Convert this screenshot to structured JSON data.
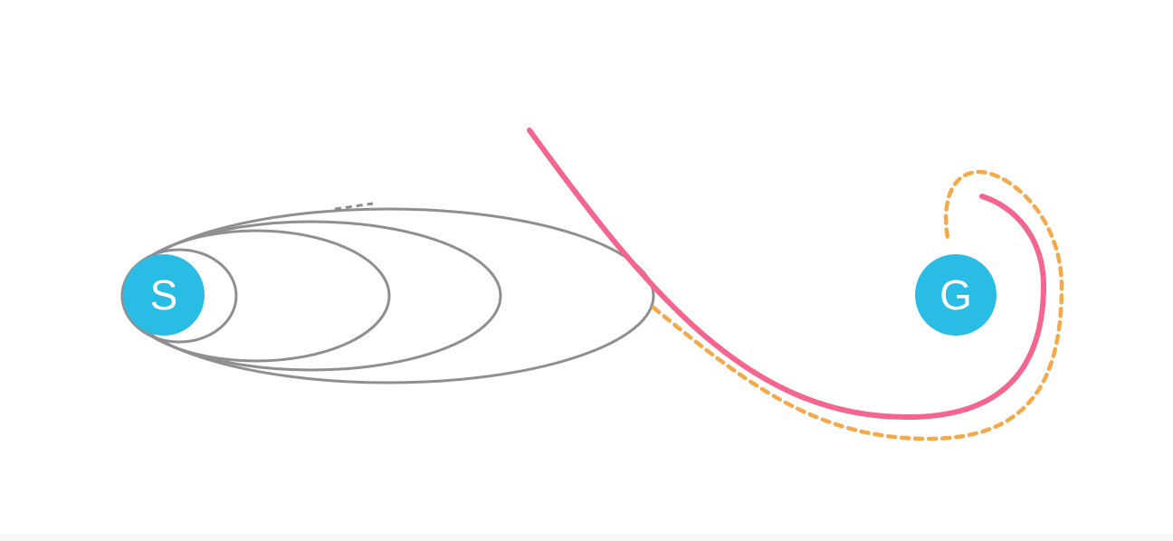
{
  "diagram": {
    "start": {
      "label": "S"
    },
    "goal": {
      "label": "G"
    },
    "colors": {
      "node_fill": "#29bde6",
      "node_text": "#ffffff",
      "ellipse_stroke": "#8e8e93",
      "trajectory": "#f4668f",
      "dotted_path": "#f4a94a"
    },
    "ellipse_count": 4,
    "ellipsis_mark": "..."
  }
}
